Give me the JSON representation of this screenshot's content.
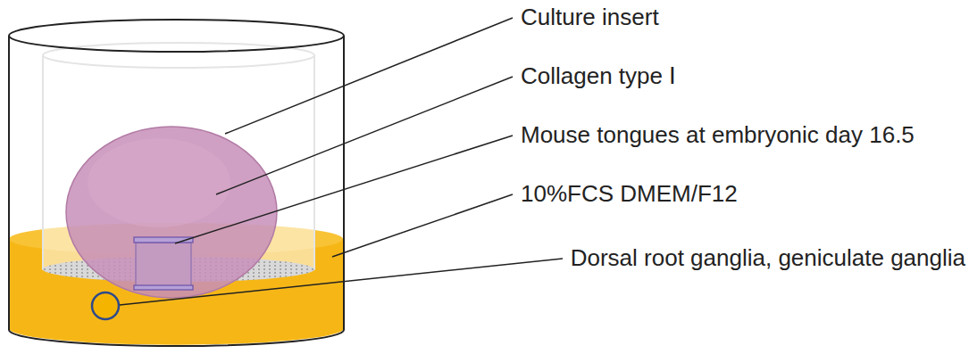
{
  "diagram": {
    "labels": [
      "Culture insert",
      "Collagen type Ⅰ",
      "Mouse tongues at embryonic day 16.5",
      "10%FCS DMEM/F12",
      "Dorsal root ganglia, geniculate ganglia"
    ]
  }
}
